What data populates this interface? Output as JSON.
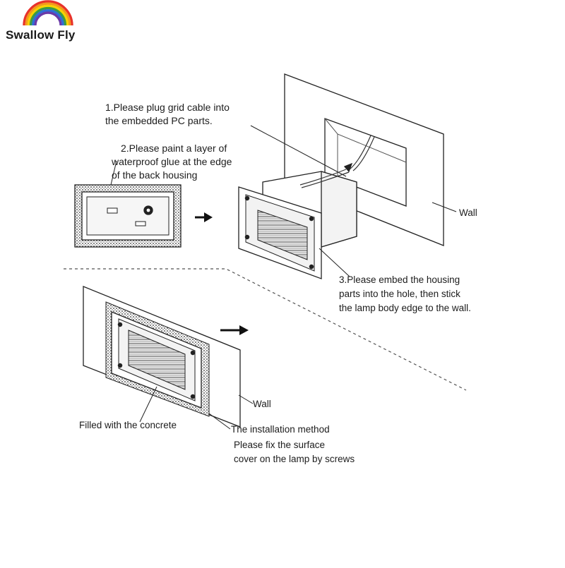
{
  "brand": {
    "name": "Swallow Fly",
    "rainbow_colors": [
      "#e8322b",
      "#f39a1c",
      "#f6d200",
      "#3a9a45",
      "#2e6fd6",
      "#6a3aa8"
    ]
  },
  "steps": {
    "step1_line1": "1.Please plug grid cable into",
    "step1_line2": "the embedded PC parts.",
    "step2_line1": "2.Please paint a layer of",
    "step2_line2": "waterproof glue at the edge",
    "step2_line3": "of the back housing",
    "step3_line1": "3.Please embed the housing",
    "step3_line2": "parts into the hole, then stick",
    "step3_line3": "the lamp body edge to the wall."
  },
  "labels": {
    "wall_top": "Wall",
    "wall_bottom": "Wall",
    "concrete": "Filled with the concrete",
    "method_title": "The installation method",
    "method_line1": "Please fix the surface",
    "method_line2": "cover on the lamp by screws"
  },
  "colors": {
    "line": "#222222",
    "light_gray": "#d9d9d9",
    "mid_gray": "#9a9a9a"
  }
}
